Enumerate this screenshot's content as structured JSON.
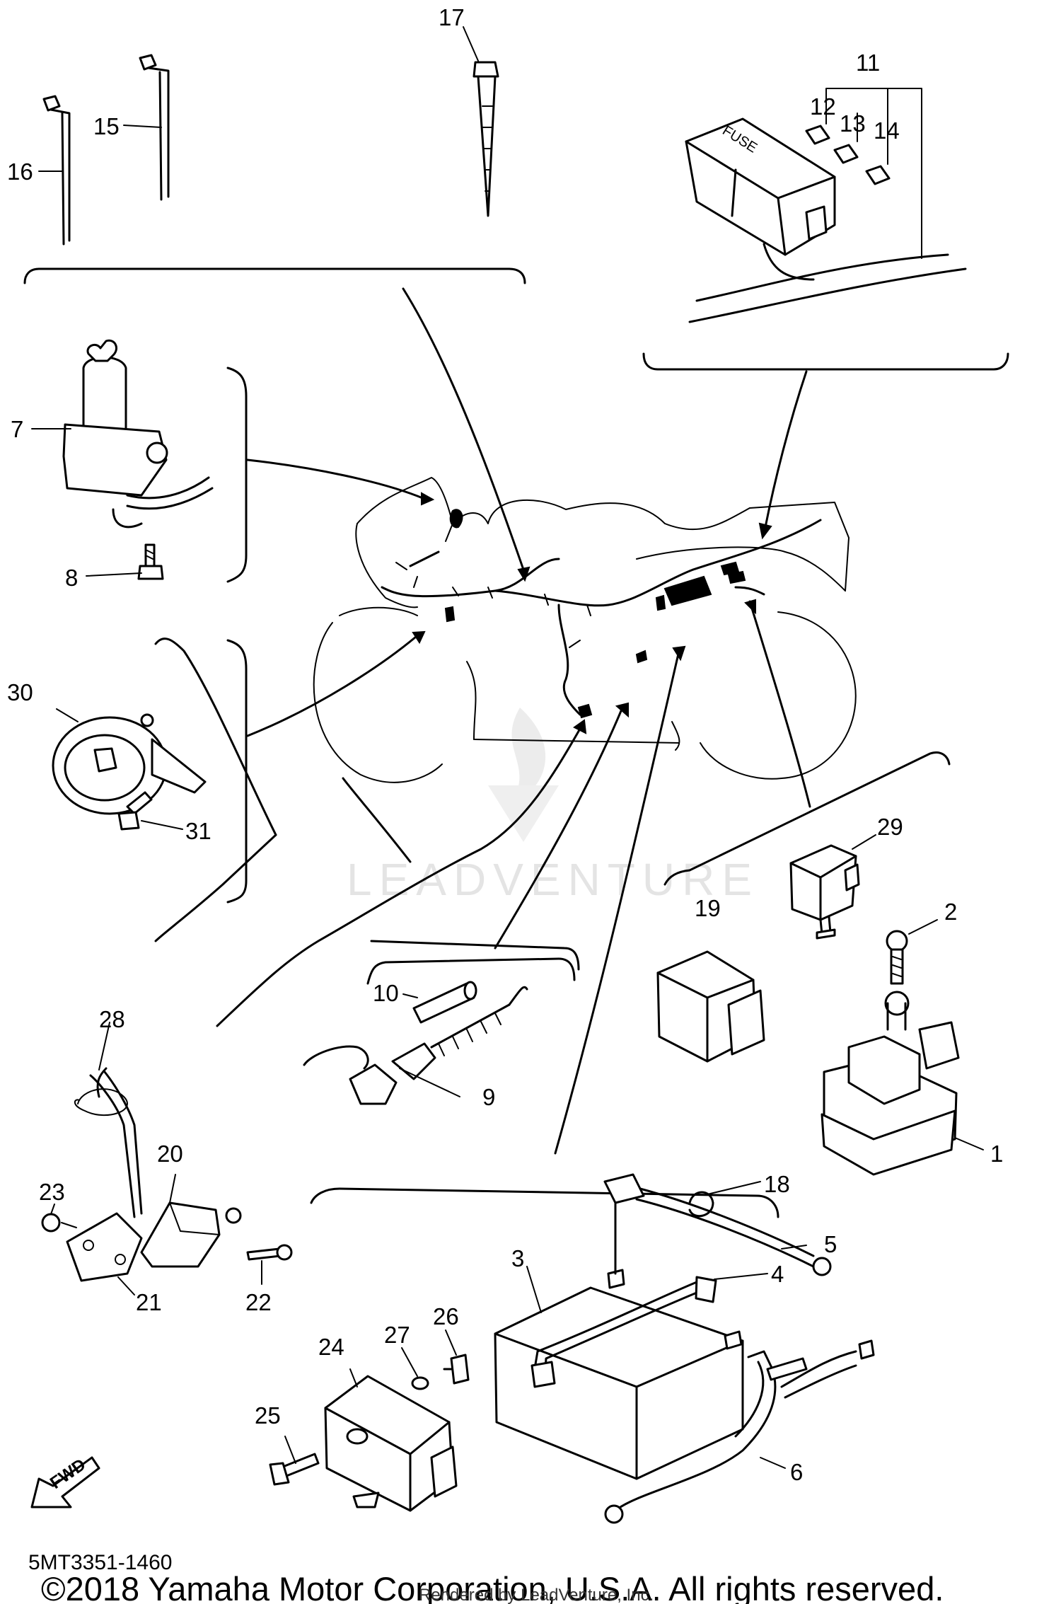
{
  "callouts": [
    {
      "id": "1",
      "label": "1"
    },
    {
      "id": "2",
      "label": "2"
    },
    {
      "id": "3",
      "label": "3"
    },
    {
      "id": "4",
      "label": "4"
    },
    {
      "id": "5",
      "label": "5"
    },
    {
      "id": "6",
      "label": "6"
    },
    {
      "id": "7",
      "label": "7"
    },
    {
      "id": "8",
      "label": "8"
    },
    {
      "id": "9",
      "label": "9"
    },
    {
      "id": "10",
      "label": "10"
    },
    {
      "id": "11",
      "label": "11"
    },
    {
      "id": "12",
      "label": "12"
    },
    {
      "id": "13",
      "label": "13"
    },
    {
      "id": "14",
      "label": "14"
    },
    {
      "id": "15",
      "label": "15"
    },
    {
      "id": "16",
      "label": "16"
    },
    {
      "id": "17",
      "label": "17"
    },
    {
      "id": "18",
      "label": "18"
    },
    {
      "id": "19",
      "label": "19"
    },
    {
      "id": "20",
      "label": "20"
    },
    {
      "id": "21",
      "label": "21"
    },
    {
      "id": "22",
      "label": "22"
    },
    {
      "id": "23",
      "label": "23"
    },
    {
      "id": "24",
      "label": "24"
    },
    {
      "id": "25",
      "label": "25"
    },
    {
      "id": "26",
      "label": "26"
    },
    {
      "id": "27",
      "label": "27"
    },
    {
      "id": "28",
      "label": "28"
    },
    {
      "id": "29",
      "label": "29"
    },
    {
      "id": "30",
      "label": "30"
    },
    {
      "id": "31",
      "label": "31"
    }
  ],
  "fuse_box_label": "FUSE",
  "fwd_label": "FWD",
  "diagram_code": "5MT3351-1460",
  "copyright": "©2018 Yamaha Motor Corporation, U.S.A. All rights reserved.",
  "rendered_by": "Rendered by LeadVenture, Inc.",
  "watermark": "LEADVENTURE"
}
